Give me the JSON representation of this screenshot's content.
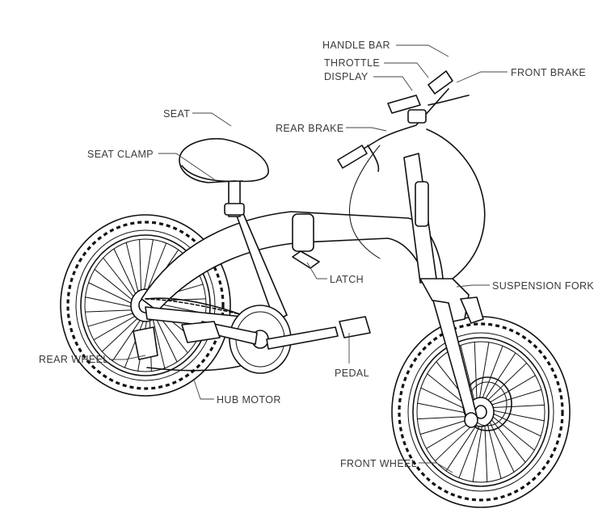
{
  "labels": {
    "handle_bar": "HANDLE BAR",
    "throttle": "THROTTLE",
    "display": "DISPLAY",
    "front_brake": "FRONT BRAKE",
    "seat": "SEAT",
    "rear_brake": "REAR BRAKE",
    "seat_clamp": "SEAT CLAMP",
    "latch": "LATCH",
    "suspension_fork": "SUSPENSION FORK",
    "rear_wheel": "REAR WHEEL",
    "pedal": "PEDAL",
    "hub_motor": "HUB MOTOR",
    "front_wheel": "FRONT WHEEL"
  }
}
